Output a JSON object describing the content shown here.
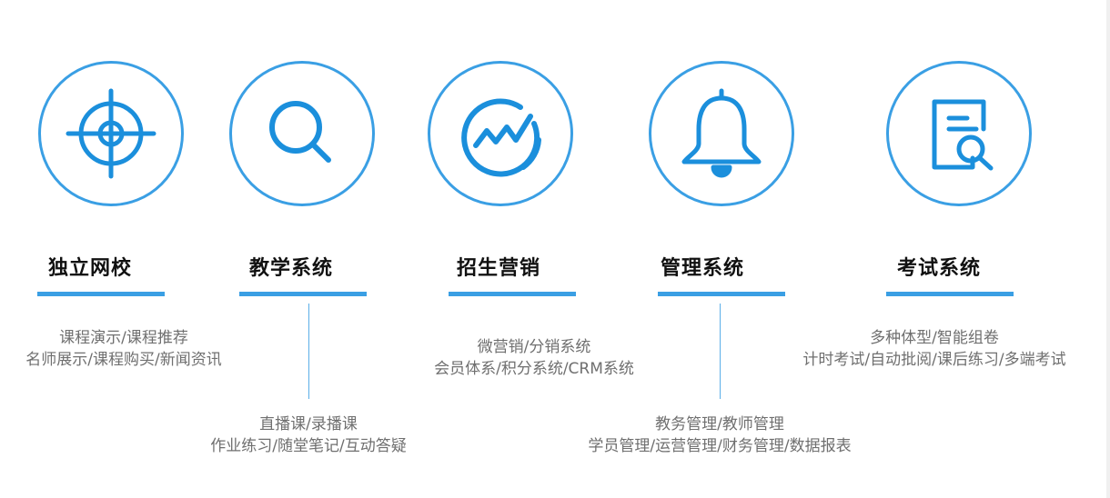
{
  "accent_color": "#3a9fe4",
  "features": [
    {
      "icon": "crosshair-target-icon",
      "title": "独立网校",
      "lines": [
        "课程演示/课程推荐",
        "名师展示/课程购买/新闻资讯"
      ]
    },
    {
      "icon": "magnifier-icon",
      "title": "教学系统",
      "lines": [
        "直播课/录播课",
        "作业练习/随堂笔记/互动答疑"
      ]
    },
    {
      "icon": "trend-chart-icon",
      "title": "招生营销",
      "lines": [
        "微营销/分销系统",
        "会员体系/积分系统/CRM系统"
      ]
    },
    {
      "icon": "bell-icon",
      "title": "管理系统",
      "lines": [
        "教务管理/教师管理",
        "学员管理/运营管理/财务管理/数据报表"
      ]
    },
    {
      "icon": "document-search-icon",
      "title": "考试系统",
      "lines": [
        "多种体型/智能组卷",
        "计时考试/自动批阅/课后练习/多端考试"
      ]
    }
  ]
}
